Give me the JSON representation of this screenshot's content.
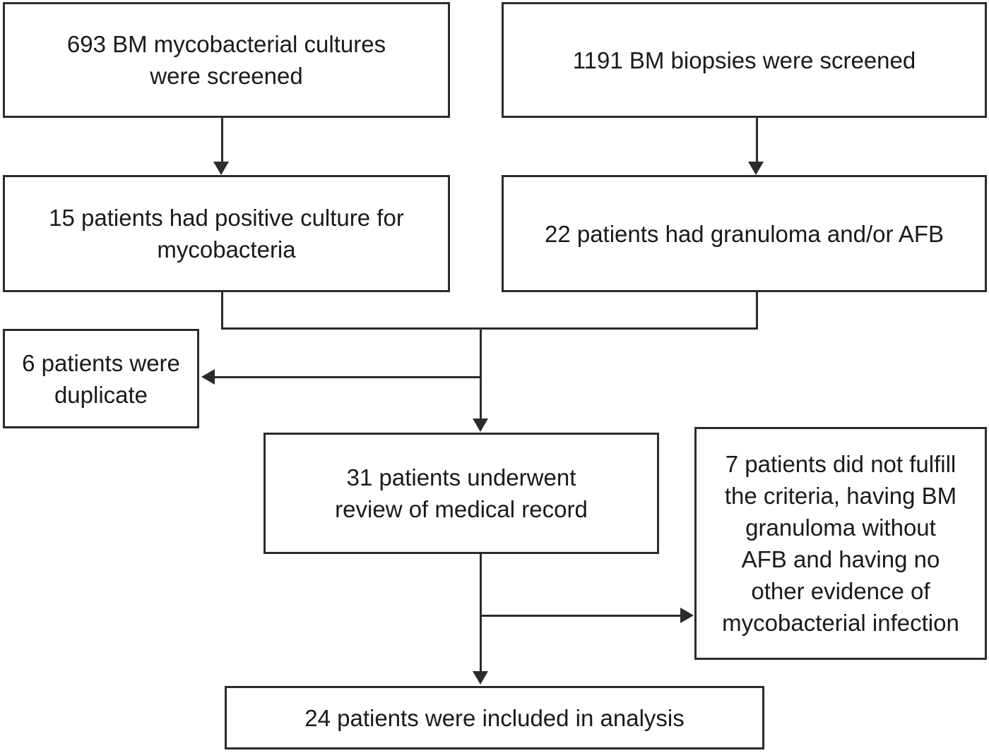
{
  "diagram": {
    "type": "flowchart",
    "colors": {
      "line": "#2b2b2b",
      "text": "#1a1a1a",
      "background": "#ffffff"
    },
    "nodes": {
      "cultures_screened": {
        "lines": [
          "693 BM mycobacterial cultures",
          "were screened"
        ]
      },
      "biopsies_screened": {
        "lines": [
          "1191 BM biopsies were screened"
        ]
      },
      "positive_culture": {
        "lines": [
          "15 patients had positive culture for",
          "mycobacteria"
        ]
      },
      "granuloma_afb": {
        "lines": [
          "22 patients had granuloma and/or AFB"
        ]
      },
      "duplicate": {
        "lines": [
          "6 patients were",
          "duplicate"
        ]
      },
      "record_review": {
        "lines": [
          "31 patients underwent",
          "review of medical record"
        ]
      },
      "not_fulfill": {
        "lines": [
          "7 patients did not fulfill",
          "the criteria, having BM",
          "granuloma without",
          "AFB and having no",
          "other evidence of",
          "mycobacterial infection"
        ]
      },
      "included_analysis": {
        "lines": [
          "24 patients were included in analysis"
        ]
      }
    },
    "edges": [
      {
        "from": "cultures_screened",
        "to": "positive_culture",
        "arrow": true
      },
      {
        "from": "biopsies_screened",
        "to": "granuloma_afb",
        "arrow": true
      },
      {
        "from": "positive_culture",
        "to": "record_review",
        "arrow": true,
        "via": "merge"
      },
      {
        "from": "granuloma_afb",
        "to": "record_review",
        "arrow": true,
        "via": "merge"
      },
      {
        "from": "merge",
        "to": "duplicate",
        "arrow": true
      },
      {
        "from": "record_review",
        "to": "included_analysis",
        "arrow": true
      },
      {
        "from": "record_review",
        "to": "not_fulfill",
        "arrow": true
      }
    ]
  }
}
